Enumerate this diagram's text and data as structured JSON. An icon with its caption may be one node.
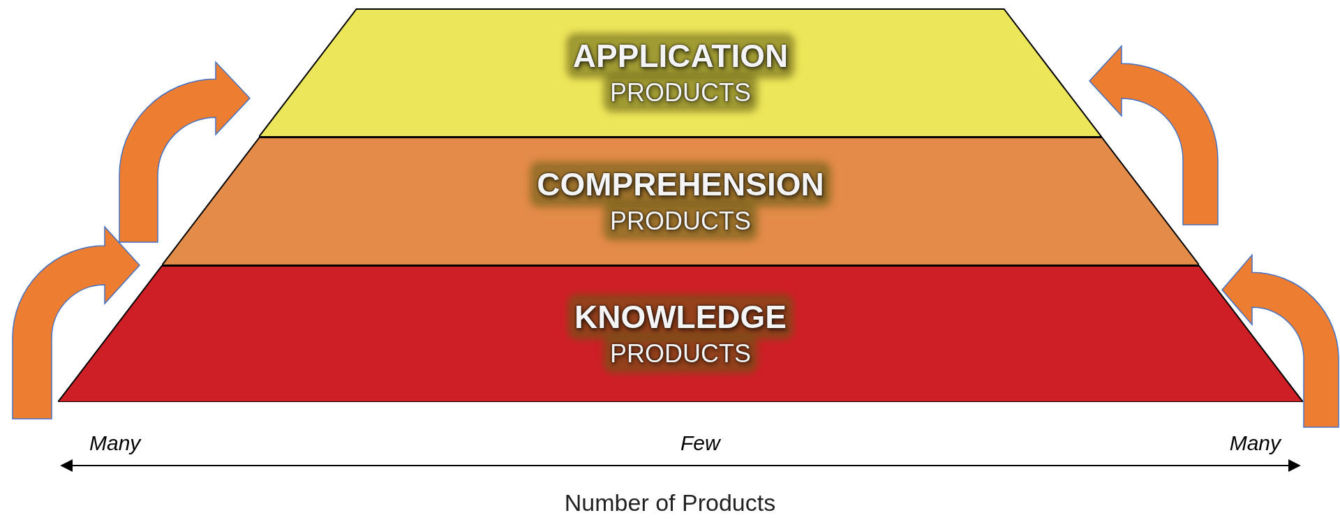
{
  "diagram": {
    "nodes": [
      {
        "text": [
          "APPLICATION",
          "PRODUCTS"
        ]
      },
      {
        "text": [
          "COMPREHENSION",
          "PRODUCTS"
        ]
      },
      {
        "text": [
          "KNOWLEDGE",
          "PRODUCTS"
        ]
      }
    ],
    "edges": [
      {
        "from": null,
        "to": 1,
        "arrow": "to"
      },
      {
        "from": null,
        "to": 0,
        "arrow": "to"
      },
      {
        "from": null,
        "to": 0,
        "arrow": "to"
      },
      {
        "from": null,
        "to": 2,
        "arrow": "to"
      }
    ],
    "labels": [
      "Many",
      "Few",
      "Many",
      "Number of Products"
    ]
  }
}
